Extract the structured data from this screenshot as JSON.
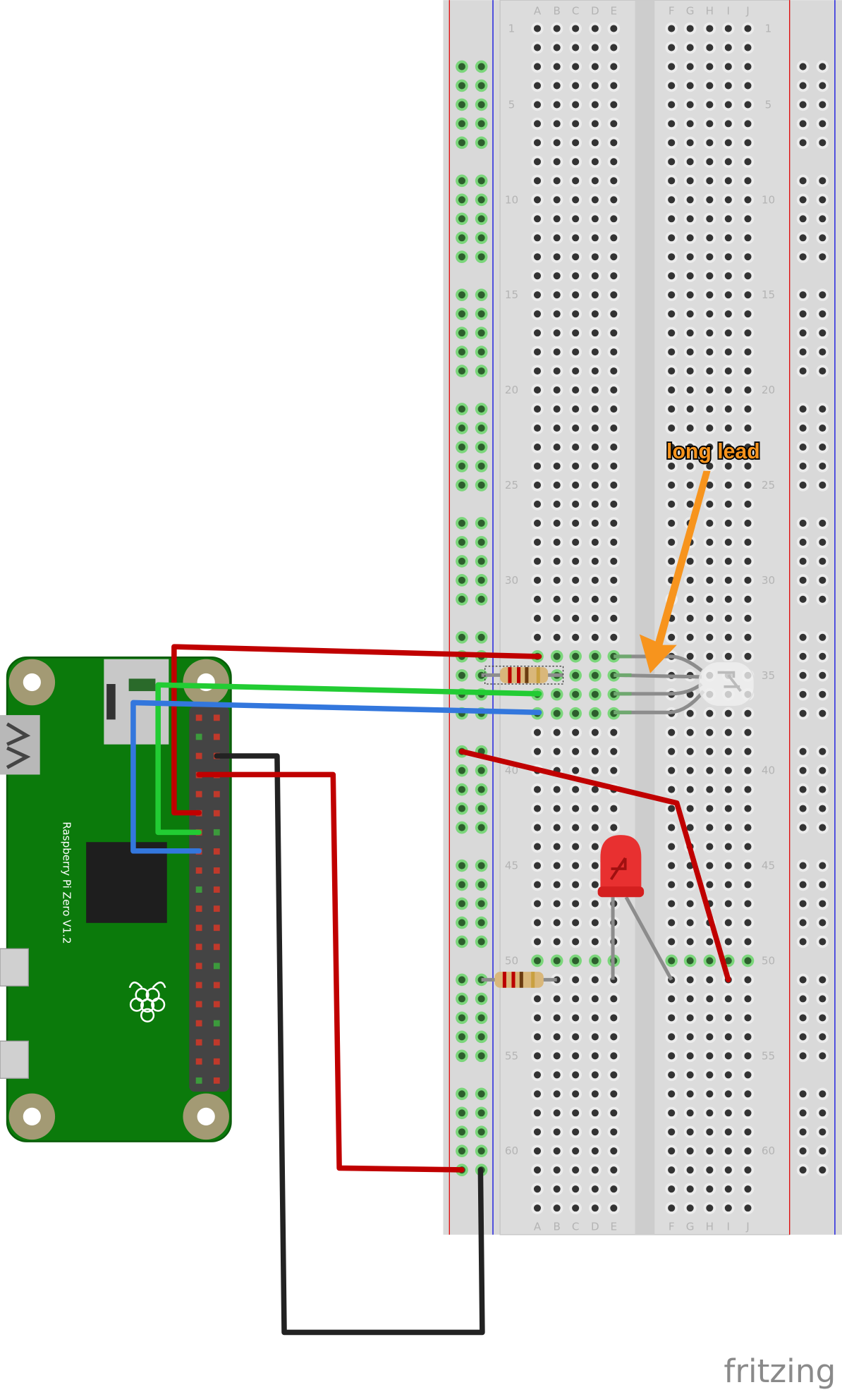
{
  "breadboard": {
    "columns_left": [
      "A",
      "B",
      "C",
      "D",
      "E"
    ],
    "columns_right": [
      "F",
      "G",
      "H",
      "I",
      "J"
    ],
    "rows": 63,
    "row_labels": [
      "1",
      "5",
      "10",
      "15",
      "20",
      "25",
      "30",
      "35",
      "40",
      "45",
      "50",
      "55",
      "60"
    ],
    "colors": {
      "board": "#d9d9d9",
      "hole": "#333333",
      "connected_hole": "#7bd67b",
      "rail_red": "#e00000",
      "rail_blue": "#0000e0"
    }
  },
  "board": {
    "label": "Raspberry Pi Zero V1.2",
    "color": "#0b7a0b"
  },
  "annotation": {
    "callout_text": "long lead",
    "callout_color": "#f7941d"
  },
  "wires": {
    "colors": {
      "red": "#c00000",
      "green": "#22cc33",
      "blue": "#3377dd",
      "black": "#222222"
    }
  },
  "watermark": {
    "text": "fritzing"
  }
}
